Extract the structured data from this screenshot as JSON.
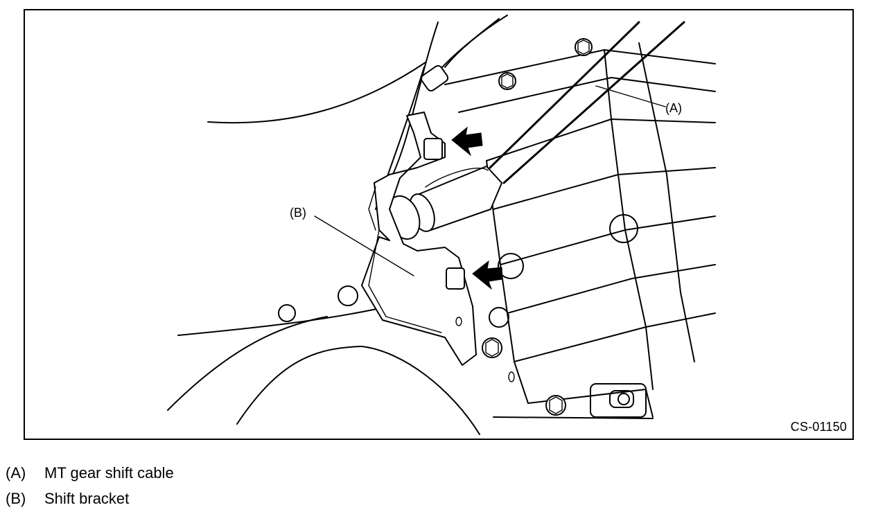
{
  "figure": {
    "code": "CS-01150",
    "callouts": {
      "a": "(A)",
      "b": "(B)"
    }
  },
  "legend": [
    {
      "key": "(A)",
      "text": "MT gear shift cable"
    },
    {
      "key": "(B)",
      "text": "Shift bracket"
    }
  ]
}
